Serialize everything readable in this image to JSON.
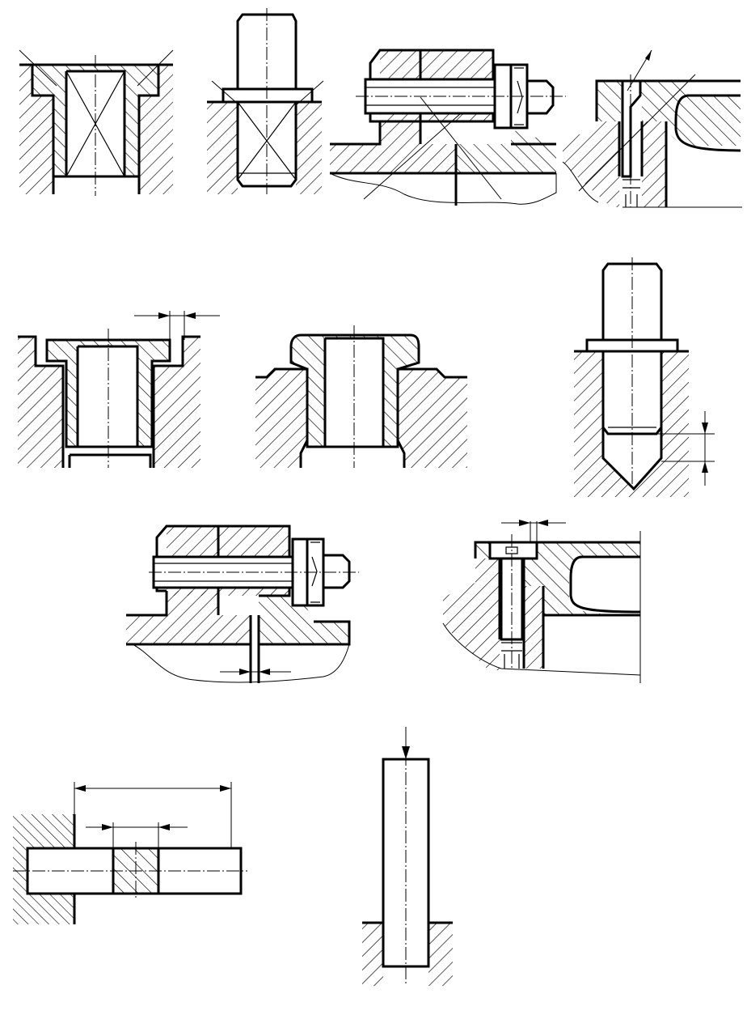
{
  "page": {
    "background": "#ffffff",
    "ink": "#000000"
  },
  "figures": [
    {
      "id": "fig-1",
      "subject": "flanged-bushing-in-housing"
    },
    {
      "id": "fig-2",
      "subject": "stepped-pin-in-bore"
    },
    {
      "id": "fig-3",
      "subject": "bolted-flange-joint"
    },
    {
      "id": "fig-4",
      "subject": "screw-fastened-cover"
    },
    {
      "id": "fig-5",
      "subject": "flanged-bushing-with-gap"
    },
    {
      "id": "fig-6",
      "subject": "bushing-in-recessed-housing"
    },
    {
      "id": "fig-7",
      "subject": "stepped-pin-in-blind-drilled-hole"
    },
    {
      "id": "fig-8",
      "subject": "bolted-flange-joint-with-gap"
    },
    {
      "id": "fig-9",
      "subject": "screw-fastened-cover-with-clearance"
    },
    {
      "id": "fig-10",
      "subject": "bar-on-support-with-dimensions"
    },
    {
      "id": "fig-11",
      "subject": "vertical-rod-in-base"
    }
  ]
}
